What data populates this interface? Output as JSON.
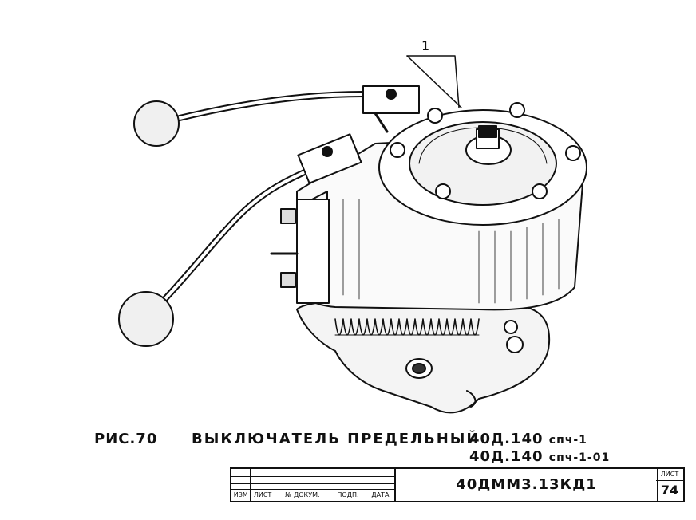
{
  "figure": {
    "callout_number": "1"
  },
  "caption": {
    "figure_label": "РИС.70",
    "title": "ВЫКЛЮЧАТЕЛЬ ПРЕДЕЛЬНЫЙ",
    "model_line_1_main": "40Д.140",
    "model_line_1_suffix": "спч-1",
    "model_line_2_main": "40Д.140",
    "model_line_2_suffix": "спч-1-01"
  },
  "title_block": {
    "columns": [
      "ИЗМ",
      "ЛИСТ",
      "№ ДОКУМ.",
      "ПОДП.",
      "ДАТА"
    ],
    "document_number": "40ДММ3.13КД1",
    "sheet_label": "ЛИСТ",
    "sheet_number": "74"
  }
}
